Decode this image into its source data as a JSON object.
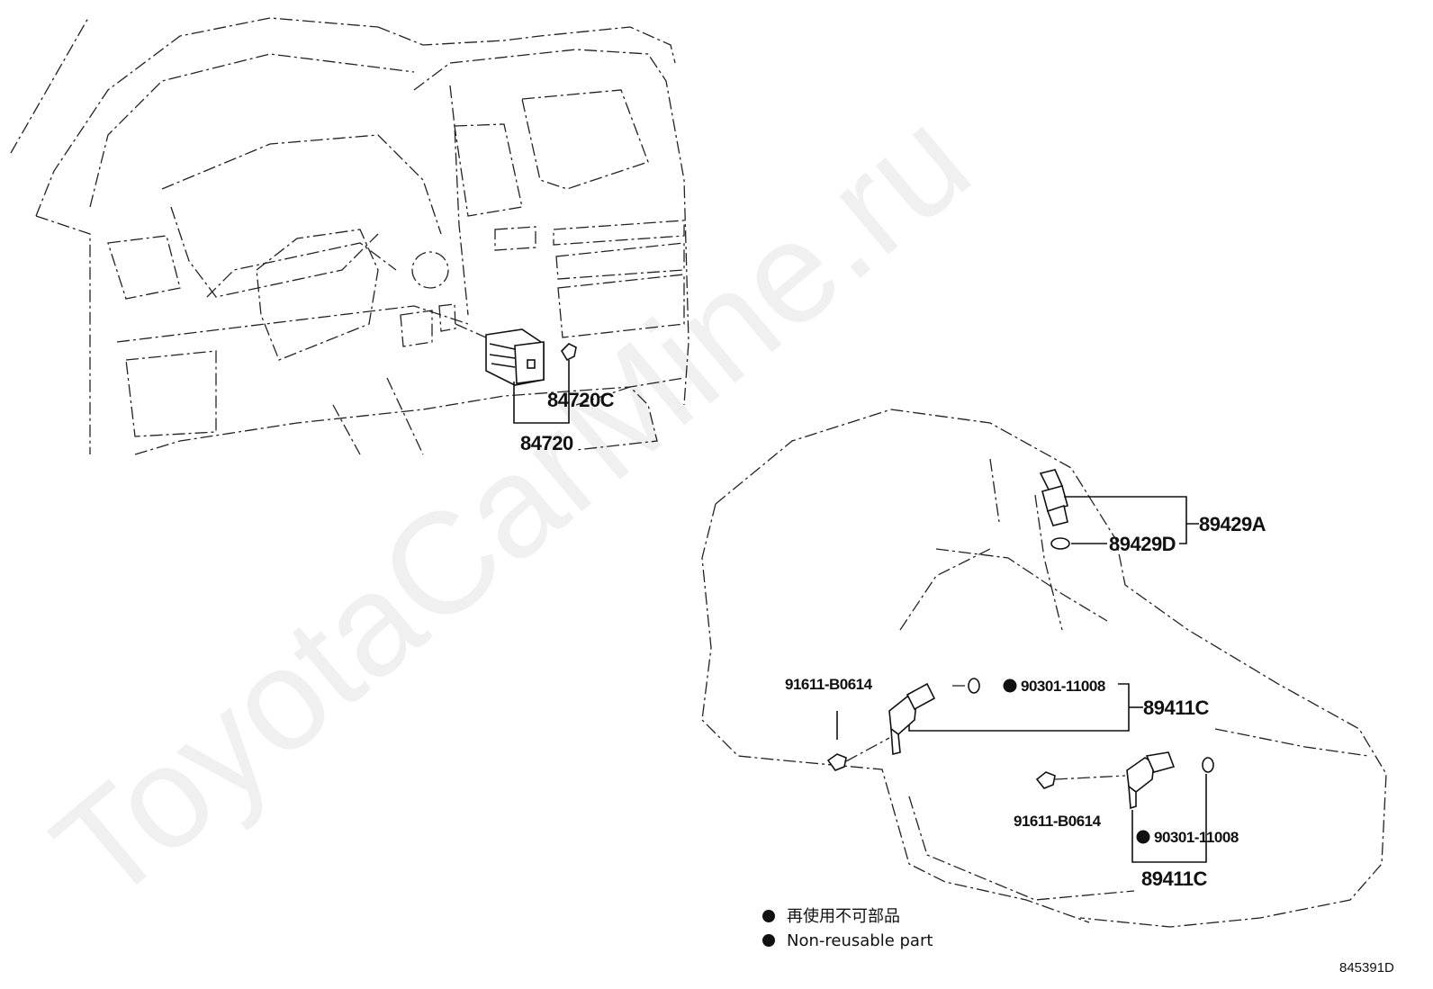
{
  "watermark": "ToyotaCarMine.ru",
  "callouts": {
    "switch_bulb": "84720C",
    "switch_assy": "84720",
    "oil_sender": "89429A",
    "oil_gasket": "89429D",
    "bolt_upper": "91611-B0614",
    "oring_upper": "90301-11008",
    "sensor_upper": "89411C",
    "bolt_lower": "91611-B0614",
    "oring_lower": "90301-11008",
    "sensor_lower": "89411C"
  },
  "legend": {
    "line_jp": "再使用不可部品",
    "line_en": "Non-reusable part"
  },
  "illustration_ref": "845391D"
}
